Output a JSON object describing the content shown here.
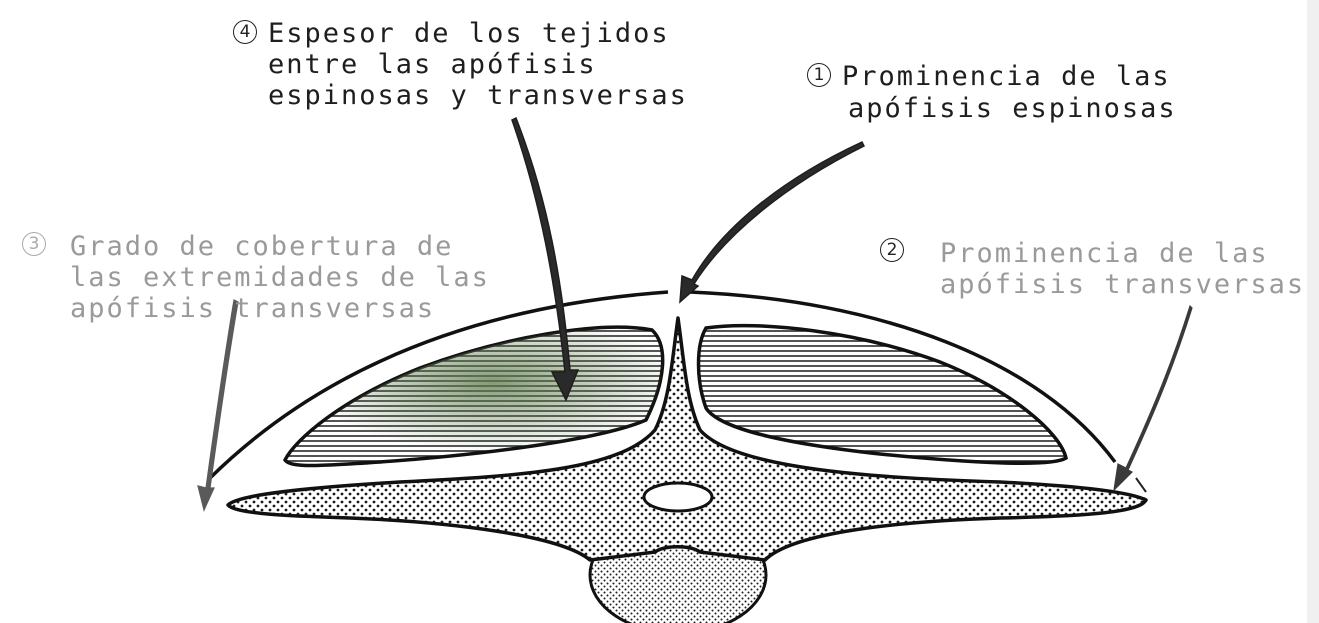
{
  "labels": [
    {
      "number": "4",
      "lines": [
        "Espesor de los tejidos",
        "entre las apófisis",
        "espinosas y transversas"
      ]
    },
    {
      "number": "1",
      "lines": [
        "Prominencia de las",
        "apófisis espinosas"
      ]
    },
    {
      "number": "3",
      "lines": [
        "Grado de cobertura de",
        "las extremidades de las",
        "apófisis transversas"
      ]
    },
    {
      "number": "2",
      "lines": [
        "Prominencia de las",
        "apófisis transversas"
      ]
    }
  ],
  "colors": {
    "ink": "#1e1e1e",
    "muscle_tint": "#5c7a4c",
    "faded": "#9a9a9a"
  }
}
